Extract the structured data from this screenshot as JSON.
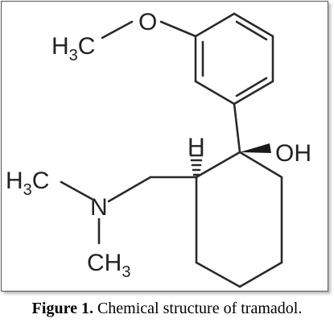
{
  "structure": {
    "atoms": {
      "methoxy_h": "H",
      "methoxy_sub": "3",
      "methoxy_c": "C",
      "oxygen": "O",
      "hydroxyl": "OH",
      "stereo_h": "H",
      "nitrogen": "N",
      "methyl1_h": "H",
      "methyl1_sub": "3",
      "methyl1_c": "C",
      "methyl2_ch": "CH",
      "methyl2_sub": "3"
    }
  },
  "caption": {
    "label": "Figure 1.",
    "text": " Chemical structure of tramadol."
  }
}
